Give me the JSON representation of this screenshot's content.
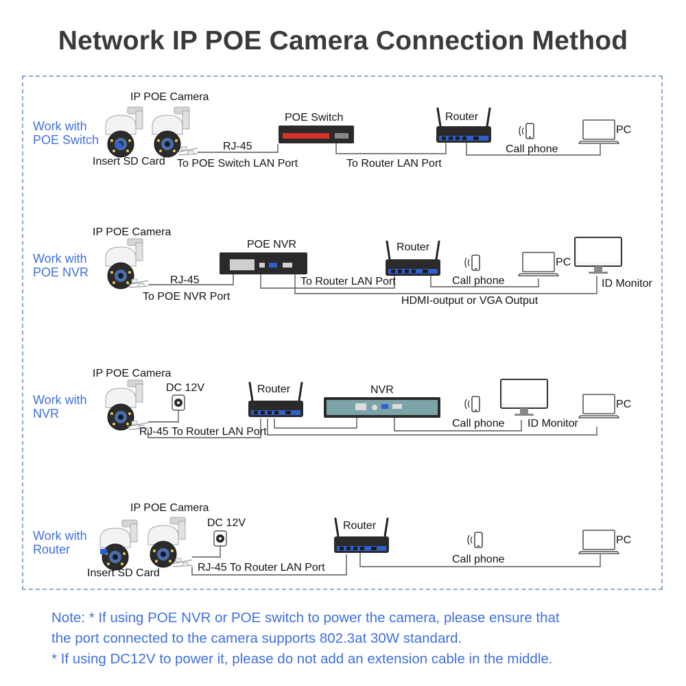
{
  "title": "Network IP POE Camera Connection Method",
  "sections": [
    {
      "label_lines": [
        "Work with",
        "POE Switch"
      ],
      "labels": {
        "camera": "IP POE Camera",
        "sd_card": "Insert SD Card",
        "rj45": "RJ-45",
        "cable_to_switch": "To POE Switch LAN Port",
        "switch": "POE Switch",
        "cable_to_router": "To Router LAN Port",
        "router": "Router",
        "phone": "Call phone",
        "pc": "PC"
      }
    },
    {
      "label_lines": [
        "Work with",
        "POE NVR"
      ],
      "labels": {
        "camera": "IP POE Camera",
        "rj45": "RJ-45",
        "cable_to_nvr": "To POE NVR Port",
        "nvr": "POE NVR",
        "cable_to_router": "To Router LAN Port",
        "router": "Router",
        "phone": "Call phone",
        "pc": "PC",
        "monitor": "ID Monitor",
        "video_output": "HDMI-output or VGA Output"
      }
    },
    {
      "label_lines": [
        "Work with",
        "NVR"
      ],
      "labels": {
        "camera": "IP POE Camera",
        "power": "DC 12V",
        "rj45_router": "RJ-45 To Router LAN Port",
        "router": "Router",
        "nvr": "NVR",
        "phone": "Call phone",
        "monitor": "ID Monitor",
        "pc": "PC"
      }
    },
    {
      "label_lines": [
        "Work with",
        "Router"
      ],
      "labels": {
        "camera": "IP POE Camera",
        "sd_card": "Insert SD Card",
        "power": "DC 12V",
        "rj45_router": "RJ-45 To Router LAN Port",
        "router": "Router",
        "phone": "Call phone",
        "pc": "PC"
      }
    }
  ],
  "note": {
    "line1": "Note: * If using POE NVR or POE switch to power the camera, please ensure that",
    "line2": "the port connected to the camera supports 802.3at 30W standard.",
    "line3": "* If using DC12V to power it, please do not add an extension cable in the middle."
  },
  "colors": {
    "accent": "#3f6fe0",
    "title": "#3a3a3a",
    "frame": "#8aa7d6",
    "switch_ports": "#d8322a",
    "router_ports": "#2f5fd0"
  }
}
